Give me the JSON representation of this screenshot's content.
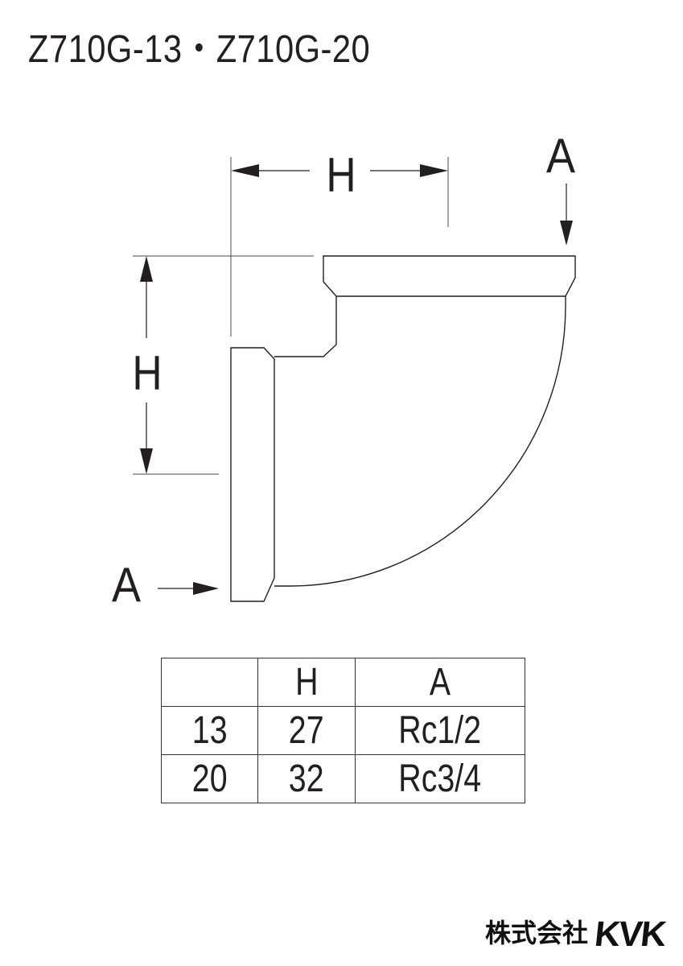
{
  "title": "Z710G-13・Z710G-20",
  "diagram": {
    "labels": {
      "width_dim": "H",
      "height_dim": "H",
      "top_port": "A",
      "side_port": "A"
    }
  },
  "table": {
    "headers": [
      "",
      "H",
      "A"
    ],
    "rows": [
      [
        "13",
        "27",
        "Rc1/2"
      ],
      [
        "20",
        "32",
        "Rc3/4"
      ]
    ]
  },
  "logo": {
    "prefix": "株式会社",
    "brand": "KVK"
  }
}
